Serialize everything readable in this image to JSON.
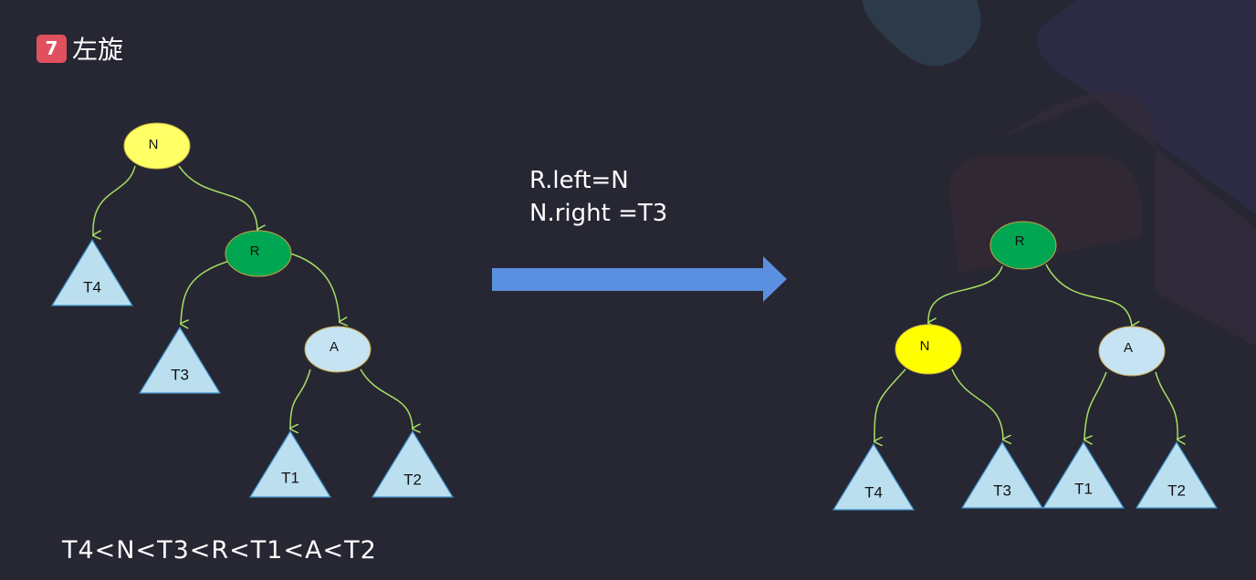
{
  "badge": "7",
  "title": "左旋",
  "rules": [
    "R.left=N",
    "N.right =T3"
  ],
  "ordering": "T4<N<T3<R<T1<A<T2",
  "before_tree": {
    "nodes": [
      "N",
      "R",
      "A"
    ],
    "leaves": [
      "T4",
      "T3",
      "T1",
      "T2"
    ]
  },
  "after_tree": {
    "nodes": [
      "R",
      "N",
      "A"
    ],
    "leaves": [
      "T4",
      "T3",
      "T1",
      "T2"
    ]
  },
  "colors": {
    "node_N": "#ffff00",
    "node_R": "#00a651",
    "node_A": "#c5e3f3",
    "leaf_fill": "#bcdff0",
    "edge": "#a8e063",
    "arrow": "#5b8fe0"
  }
}
